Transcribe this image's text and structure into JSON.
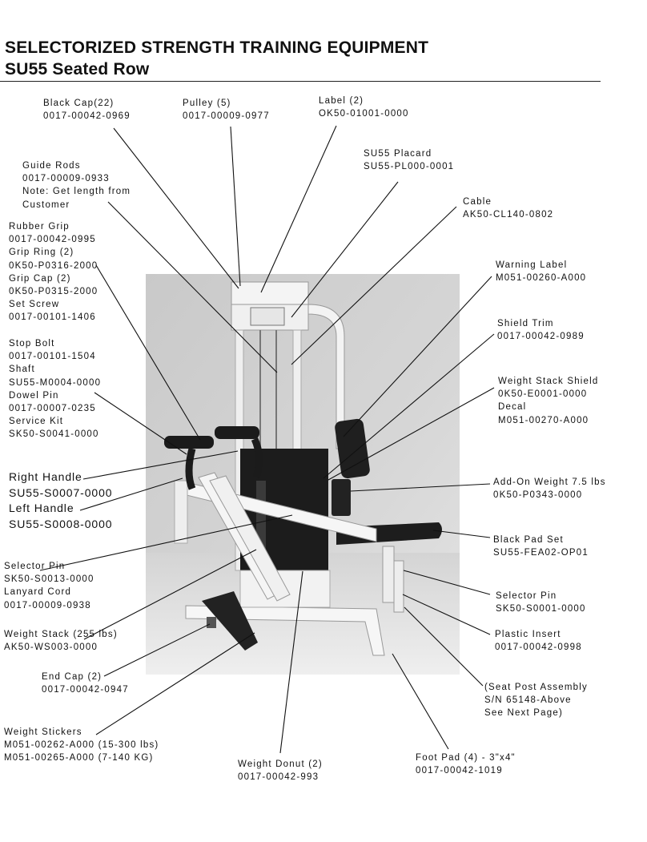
{
  "header": {
    "title": "SELECTORIZED STRENGTH TRAINING EQUIPMENT",
    "subtitle": "SU55 Seated Row"
  },
  "labels": {
    "black_cap": [
      "Black Cap(22)",
      "0017-00042-0969"
    ],
    "pulley": [
      "Pulley (5)",
      "0017-00009-0977"
    ],
    "label": [
      "Label (2)",
      "OK50-01001-0000"
    ],
    "placard": [
      "SU55 Placard",
      "SU55-PL000-0001"
    ],
    "guide_rods": [
      "Guide Rods",
      "0017-00009-0933",
      "Note: Get length from",
      "Customer"
    ],
    "cable": [
      "Cable",
      "AK50-CL140-0802"
    ],
    "grip_group": [
      "Rubber Grip",
      "0017-00042-0995",
      "Grip Ring (2)",
      "0K50-P0316-2000",
      "Grip Cap (2)",
      "0K50-P0315-2000",
      "Set Screw",
      "0017-00101-1406"
    ],
    "warning_label": [
      "Warning Label",
      "M051-00260-A000"
    ],
    "shield_trim": [
      "Shield Trim",
      "0017-00042-0989"
    ],
    "stop_bolt_group": [
      "Stop Bolt",
      "0017-00101-1504",
      "Shaft",
      "SU55-M0004-0000",
      "Dowel Pin",
      "0017-00007-0235",
      "Service Kit",
      "SK50-S0041-0000"
    ],
    "weight_stack_shield": [
      "Weight Stack Shield",
      "0K50-E0001-0000",
      "Decal",
      "M051-00270-A000"
    ],
    "handles": [
      "Right Handle",
      "SU55-S0007-0000",
      "Left Handle",
      "SU55-S0008-0000"
    ],
    "add_on_weight": [
      "Add-On Weight 7.5 lbs",
      "0K50-P0343-0000"
    ],
    "black_pad_set": [
      "Black Pad Set",
      "SU55-FEA02-OP01"
    ],
    "selector_pin_left": [
      "Selector Pin",
      "SK50-S0013-0000",
      "Lanyard Cord",
      "0017-00009-0938"
    ],
    "selector_pin_right": [
      "Selector Pin",
      "SK50-S0001-0000"
    ],
    "weight_stack": [
      "Weight Stack (255 lbs)",
      "AK50-WS003-0000"
    ],
    "plastic_insert": [
      "Plastic Insert",
      "0017-00042-0998"
    ],
    "end_cap": [
      "End Cap (2)",
      "0017-00042-0947"
    ],
    "seat_post": [
      "(Seat Post Assembly",
      "S/N 65148-Above",
      "See Next Page)"
    ],
    "weight_stickers": [
      "Weight Stickers",
      "M051-00262-A000 (15-300 lbs)",
      "M051-00265-A000 (7-140 KG)"
    ],
    "foot_pad": [
      "Foot Pad (4) - 3\"x4\"",
      "0017-00042-1019"
    ],
    "weight_donut": [
      "Weight Donut (2)",
      "0017-00042-993"
    ]
  },
  "colors": {
    "ink": "#111111",
    "photo_background": "#cfcfcf",
    "frame": "#f2f2f2",
    "stack": "#1c1c1c"
  }
}
